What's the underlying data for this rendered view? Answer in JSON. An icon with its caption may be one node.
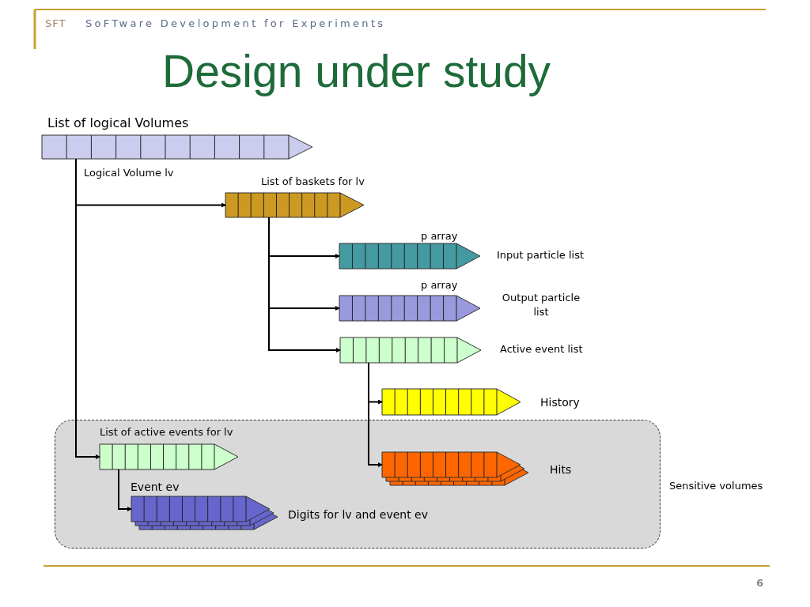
{
  "diagram": {
    "title": "Design under study",
    "nodes": [
      {
        "text": [
          "List of logical Volumes"
        ],
        "beside": [
          "Logical Volume lv"
        ]
      },
      {
        "text": [
          "List of baskets for lv"
        ]
      },
      {
        "text": [
          "Input particle list"
        ],
        "beside": [
          "p array"
        ]
      },
      {
        "text": [
          "Output particle list"
        ],
        "beside": [
          "p array"
        ]
      },
      {
        "text": [
          "Active event list"
        ]
      },
      {
        "text": [
          "History"
        ]
      },
      {
        "text": [
          "Sensitive volumes"
        ]
      },
      {
        "text": [
          "List of active events for lv"
        ],
        "in": 6
      },
      {
        "text": [
          "Hits"
        ],
        "in": 6
      },
      {
        "text": [
          "Digits for lv and event ev"
        ],
        "beside": [
          "Event ev"
        ],
        "in": 6
      }
    ],
    "edges": [
      {
        "from": 0,
        "to": 1,
        "arrow": "to"
      },
      {
        "from": 0,
        "to": 7,
        "arrow": "to"
      },
      {
        "from": 1,
        "to": 2,
        "arrow": "to"
      },
      {
        "from": 1,
        "to": 3,
        "arrow": "to"
      },
      {
        "from": 1,
        "to": 4,
        "arrow": "to"
      },
      {
        "from": 4,
        "to": 5,
        "arrow": "to"
      },
      {
        "from": 4,
        "to": 8,
        "arrow": "to"
      },
      {
        "from": 7,
        "to": 9,
        "arrow": "to"
      }
    ],
    "labels": [
      "SFT",
      "SoFTware Development for Experiments",
      "6"
    ]
  }
}
